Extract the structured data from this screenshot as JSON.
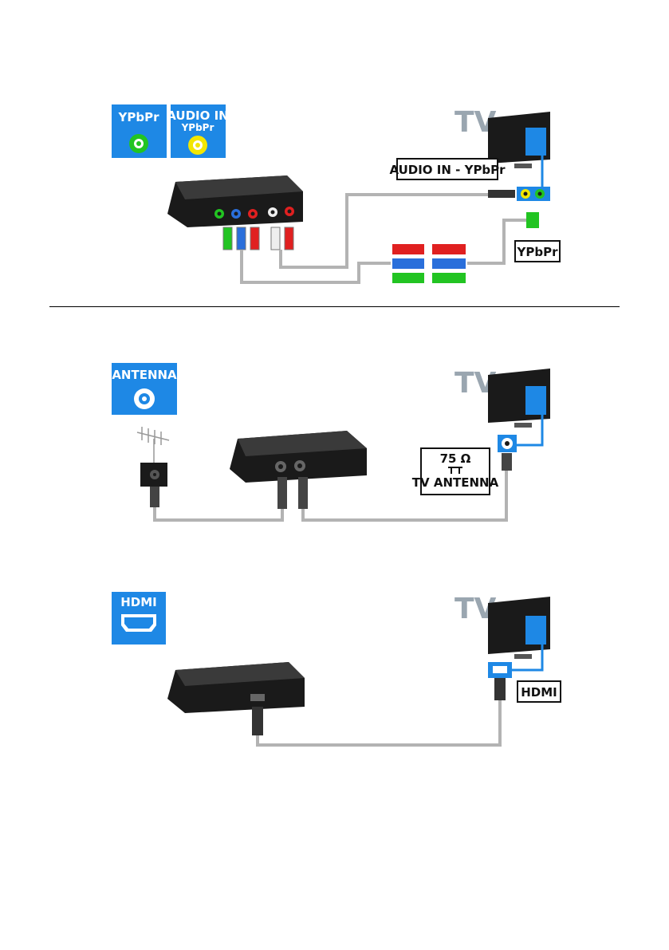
{
  "colors": {
    "badge_blue": "#1e88e5",
    "cable_gray": "#b3b3b3",
    "device_black": "#1a1a1a",
    "tv_link_blue": "#1e88e5",
    "plug_green": "#22c422",
    "plug_blue": "#2a6fdb",
    "plug_red": "#e02020",
    "plug_white": "#eeeeee"
  },
  "diagrams": [
    {
      "badges": [
        {
          "title": "YPbPr",
          "sub": "",
          "icon": "rca-jack-green-icon"
        },
        {
          "title": "AUDIO IN",
          "sub": "YPbPr",
          "icon": "rca-jack-yellow-icon"
        }
      ],
      "tv_label": "TV",
      "callouts": [
        "AUDIO IN - YPbPr",
        "YPbPr"
      ]
    },
    {
      "badges": [
        {
          "title": "ANTENNA",
          "sub": "",
          "icon": "coax-jack-icon"
        }
      ],
      "tv_label": "TV",
      "callouts": [
        "75 Ω",
        "TV ANTENNA"
      ]
    },
    {
      "badges": [
        {
          "title": "HDMI",
          "sub": "",
          "icon": "hdmi-port-icon"
        }
      ],
      "tv_label": "TV",
      "callouts": [
        "HDMI"
      ]
    }
  ]
}
